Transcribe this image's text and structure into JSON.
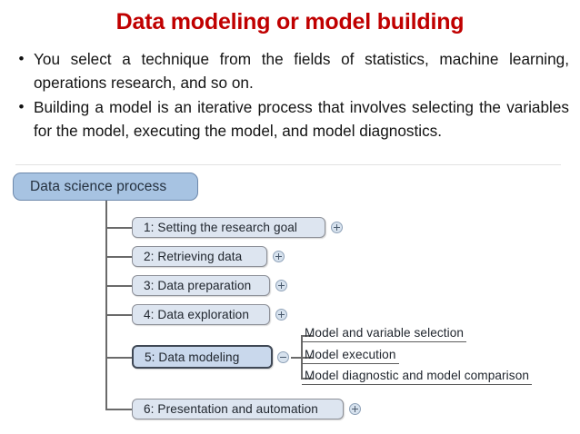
{
  "slide": {
    "title": "Data modeling or model building",
    "title_color": "#c00000",
    "bullets": [
      "You select a technique from the fields of statistics, machine learning, operations research, and so on.",
      "Building a model is an iterative process that involves selecting the variables for the model, executing the model, and model diagnostics."
    ],
    "bullet_marker": "•"
  },
  "diagram": {
    "type": "tree",
    "root": {
      "label": "Data science process",
      "fill": "#a7c3e2",
      "border": "#6d88ab"
    },
    "node_fill": "#dde5f0",
    "node_border": "#8d9098",
    "selected_fill": "#c9d8ec",
    "selected_border": "#3f4855",
    "steps": [
      {
        "label": "1: Setting the research goal",
        "toggle": "plus",
        "selected": false
      },
      {
        "label": "2: Retrieving data",
        "toggle": "plus",
        "selected": false
      },
      {
        "label": "3: Data preparation",
        "toggle": "plus",
        "selected": false
      },
      {
        "label": "4: Data exploration",
        "toggle": "plus",
        "selected": false
      },
      {
        "label": "5: Data modeling",
        "toggle": "minus",
        "selected": true
      },
      {
        "label": "6: Presentation and automation",
        "toggle": "plus",
        "selected": false
      }
    ],
    "substeps": [
      "Model and variable selection",
      "Model execution",
      "Model diagnostic and model comparison"
    ]
  }
}
